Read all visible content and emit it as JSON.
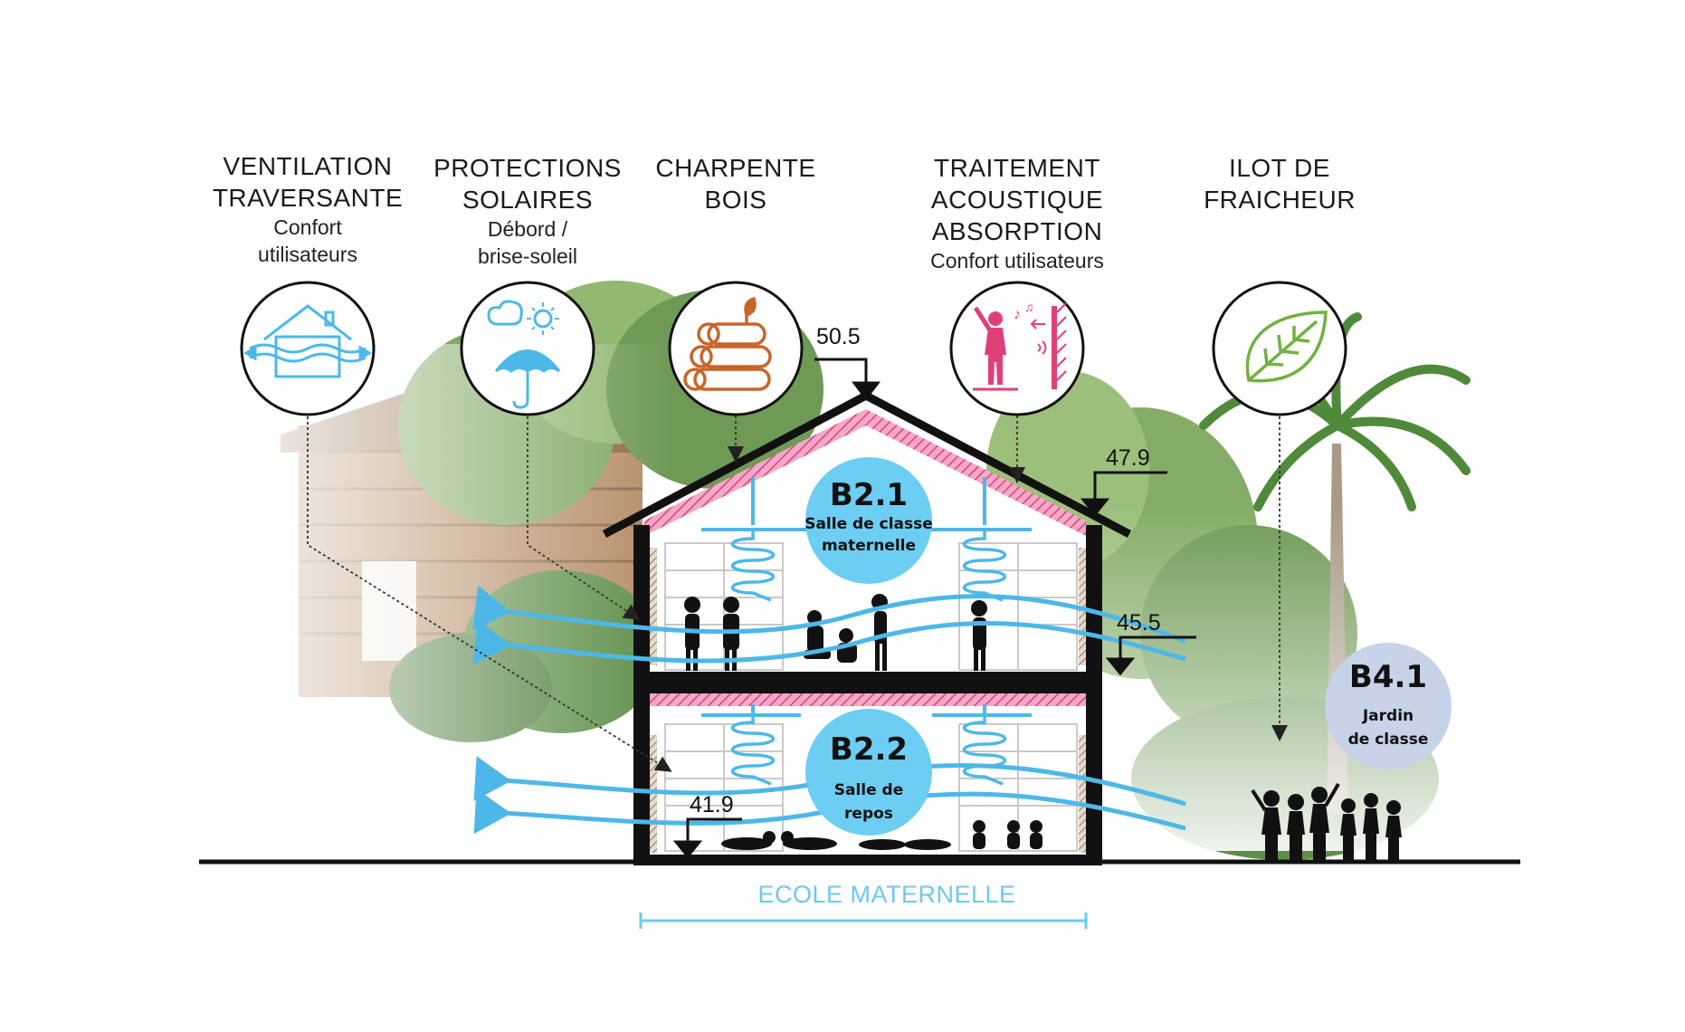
{
  "features": [
    {
      "title_1": "VENTILATION",
      "title_2": "TRAVERSANTE",
      "sub_1": "Confort",
      "sub_2": "utilisateurs",
      "icon": "house-ventilation-icon"
    },
    {
      "title_1": "PROTECTIONS",
      "title_2": "SOLAIRES",
      "sub_1": "Débord /",
      "sub_2": "brise-soleil",
      "icon": "umbrella-sun-icon"
    },
    {
      "title_1": "CHARPENTE",
      "title_2": "BOIS",
      "sub_1": "",
      "sub_2": "",
      "icon": "wood-logs-icon"
    },
    {
      "title_1": "TRAITEMENT ACOUSTIQUE",
      "title_2": "ABSORPTION",
      "sub_1": "Confort utilisateurs",
      "sub_2": "",
      "icon": "acoustic-person-icon"
    },
    {
      "title_1": "ILOT DE",
      "title_2": "FRAICHEUR",
      "sub_1": "",
      "sub_2": "",
      "icon": "leaf-icon"
    }
  ],
  "rooms": [
    {
      "code": "B2.1",
      "name_1": "Salle de classe",
      "name_2": "maternelle"
    },
    {
      "code": "B2.2",
      "name_1": "Salle de",
      "name_2": "repos"
    },
    {
      "code": "B4.1",
      "name_1": "Jardin",
      "name_2": "de classe"
    }
  ],
  "levels": {
    "ridge": "50.5",
    "eave": "47.9",
    "floor_1": "45.5",
    "ground": "41.9"
  },
  "footer": {
    "label": "ECOLE MATERNELLE"
  },
  "colors": {
    "air_flow": "#4db8e8",
    "room_bubble": "#6dcdf2",
    "garden_bubble": "#c7d3e8",
    "acoustic": "#e0407a",
    "wood": "#c8652a",
    "leaf": "#72b043",
    "footer": "#6ec8f0"
  }
}
